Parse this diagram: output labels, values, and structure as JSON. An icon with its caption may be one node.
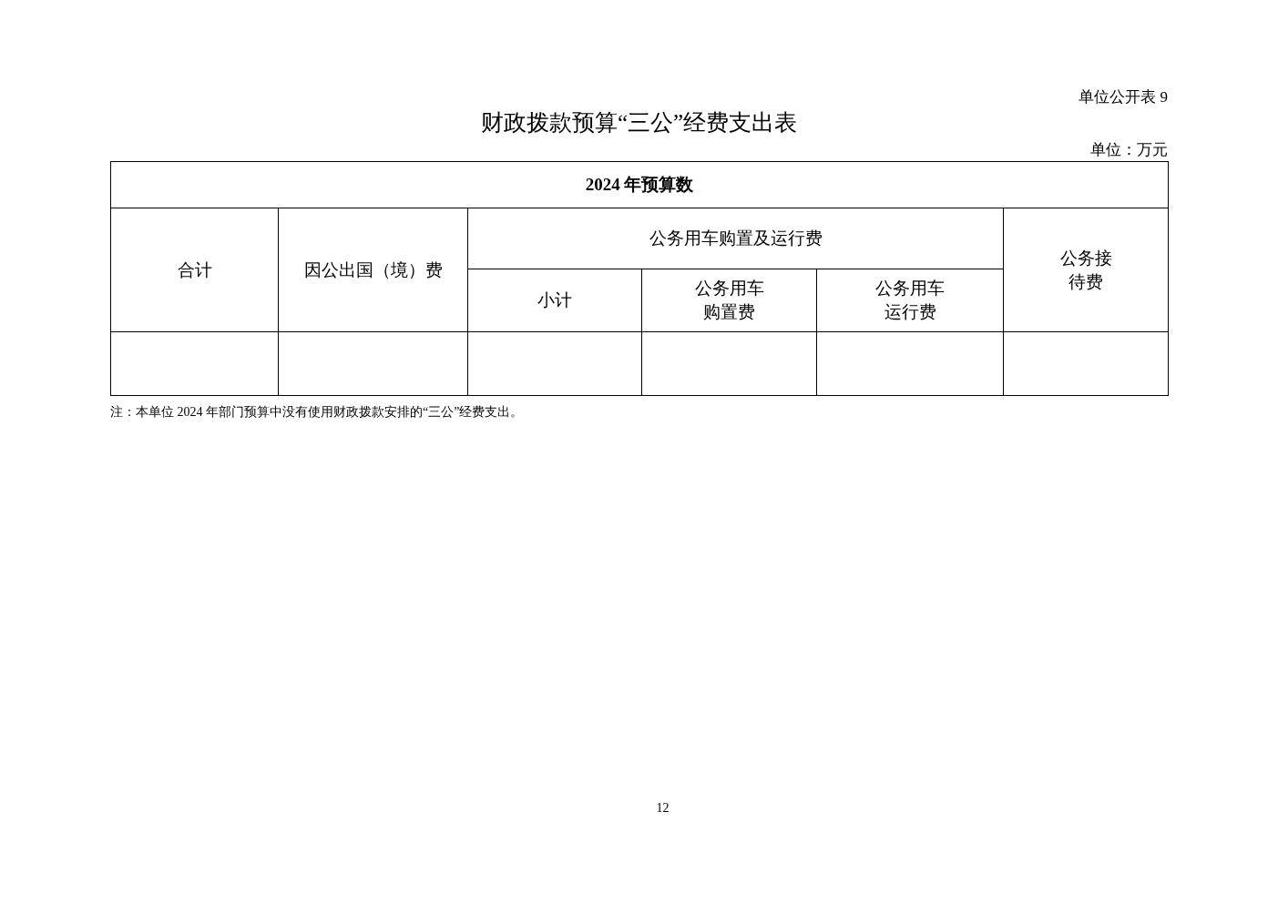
{
  "diagram": {
    "title": "财政拨款预算“三公”经费支出表",
    "labels": [
      "单位公开表 9",
      "单位：万元",
      "2024 年预算数",
      "合计",
      "因公出国（境）费",
      "公务用车购置及运行费",
      "公务接待费",
      "小计",
      "公务用车购置费",
      "公务用车运行费",
      "注：本单位 2024 年部门预算中没有使用财政拨款安排的“三公”经费支出。",
      "12"
    ]
  }
}
